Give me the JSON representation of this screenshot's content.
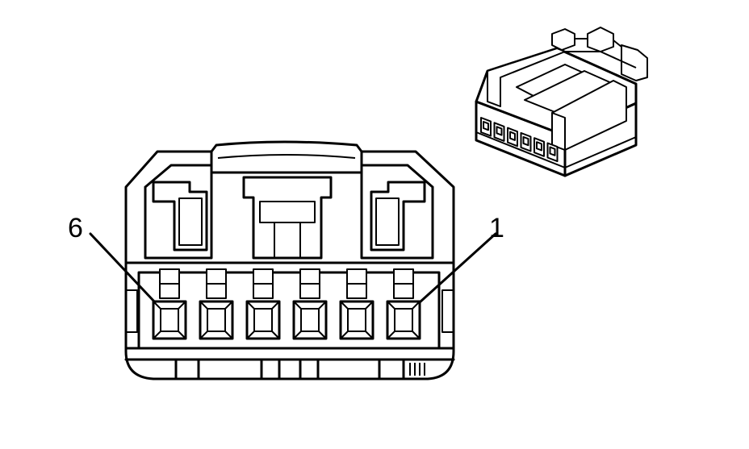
{
  "diagram": {
    "pin_labels": [
      {
        "id": "pin-6",
        "text": "6"
      },
      {
        "id": "pin-1",
        "text": "1"
      }
    ],
    "pin_count": 6,
    "line_color": "#000000",
    "background_color": "#ffffff"
  }
}
